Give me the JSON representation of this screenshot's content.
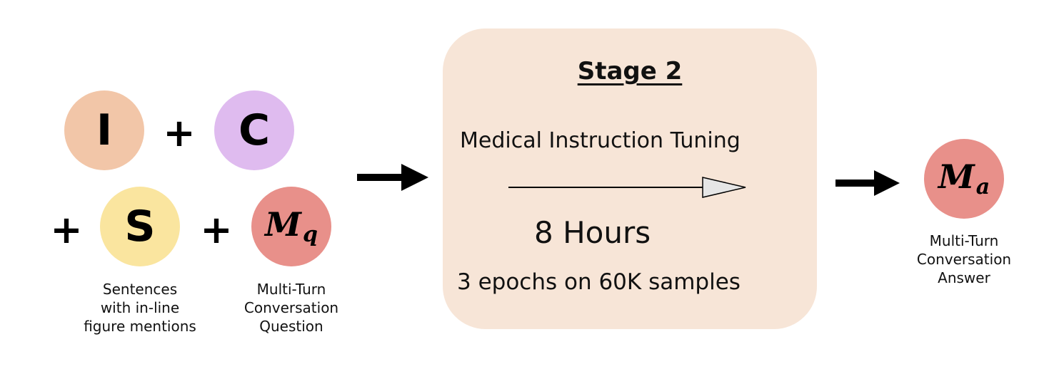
{
  "inputs": {
    "image_letter": "I",
    "caption_letter": "C",
    "sentences_letter": "S",
    "question_symbol": "M",
    "question_subscript": "q",
    "plus": "+",
    "sentences_caption": "Sentences\nwith in-line\nfigure mentions",
    "question_caption": "Multi-Turn\nConversation\nQuestion"
  },
  "stage": {
    "title": "Stage 2",
    "name": "Medical Instruction Tuning",
    "duration": "8 Hours",
    "details": "3 epochs on 60K samples"
  },
  "output": {
    "answer_symbol": "M",
    "answer_subscript": "a",
    "answer_caption": "Multi-Turn\nConversation\nAnswer"
  },
  "colors": {
    "image_circle": "#f2c6a8",
    "caption_circle": "#dfbbef",
    "sentences_circle": "#fae59f",
    "question_circle": "#e8908a",
    "stage_box": "#f7e5d7"
  }
}
